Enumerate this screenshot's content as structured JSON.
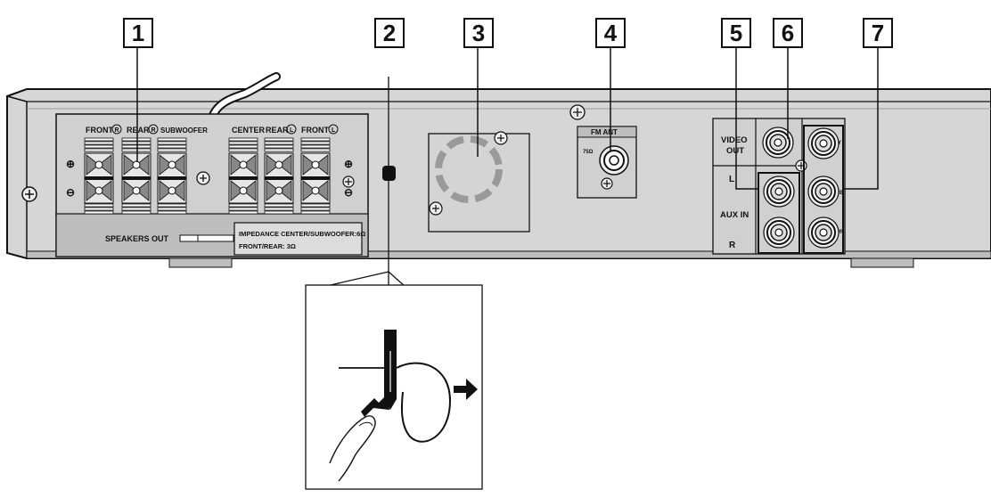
{
  "callouts": [
    {
      "number": "1"
    },
    {
      "number": "2"
    },
    {
      "number": "3"
    },
    {
      "number": "4"
    },
    {
      "number": "5"
    },
    {
      "number": "6"
    },
    {
      "number": "7"
    }
  ],
  "speaker_panel": {
    "front_r": "FRONT",
    "rear_r": "REAR",
    "r_mark": "R",
    "subwoofer": "SUBWOOFER",
    "center": "CENTER",
    "rear_l": "REAR",
    "front_l": "FRONT",
    "l_mark": "L",
    "plus": "⊕",
    "minus": "⊖",
    "speakers_out": "SPEAKERS OUT",
    "impedance_line1": "IMPEDANCE CENTER/SUBWOOFER:6Ω",
    "impedance_line2": "FRONT/REAR: 3Ω"
  },
  "antenna": {
    "label": "FM ANT",
    "ohm": "75Ω"
  },
  "video_panel": {
    "video_out_1": "VIDEO",
    "video_out_2": "OUT",
    "aux_l": "L",
    "aux_in": "AUX IN",
    "aux_r": "R",
    "y": "Y",
    "pb": "PB",
    "pr": "PR"
  },
  "icons": {
    "screw": "screw-icon",
    "finger": "finger-icon",
    "arrow": "arrow-icon",
    "ferrite": "ferrite-core-icon"
  },
  "colors": {
    "panel": "#d8d8d8",
    "panel_dark": "#bdbdbd",
    "line": "#111111",
    "vent": "#9a9a9a"
  }
}
